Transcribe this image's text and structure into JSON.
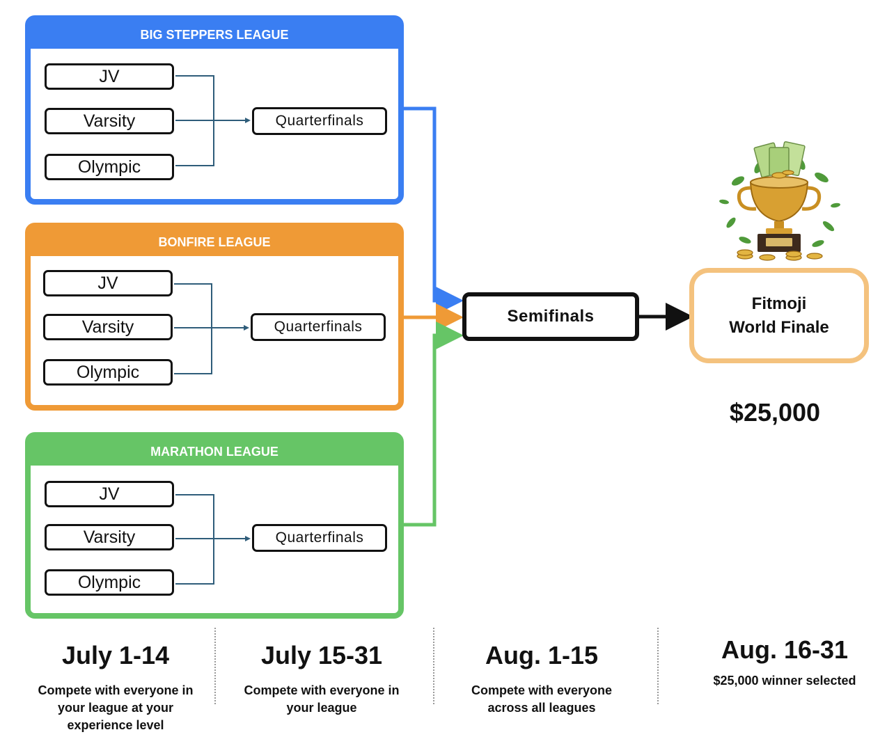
{
  "leagues": [
    {
      "name": "BIG STEPPERS LEAGUE",
      "tiers": [
        "JV",
        "Varsity",
        "Olympic"
      ],
      "stage": "Quarterfinals",
      "color": "#3a7ef2"
    },
    {
      "name": "BONFIRE LEAGUE",
      "tiers": [
        "JV",
        "Varsity",
        "Olympic"
      ],
      "stage": "Quarterfinals",
      "color": "#ef9a36"
    },
    {
      "name": "MARATHON LEAGUE",
      "tiers": [
        "JV",
        "Varsity",
        "Olympic"
      ],
      "stage": "Quarterfinals",
      "color": "#66c566"
    }
  ],
  "semifinals": {
    "label": "Semifinals"
  },
  "finale": {
    "line1": "Fitmoji",
    "line2": "World Finale",
    "prize": "$25,000",
    "trophy_icon": "trophy-with-money-icon"
  },
  "timeline": [
    {
      "date": "July 1-14",
      "description": "Compete with everyone in your league at your experience level"
    },
    {
      "date": "July 15-31",
      "description": "Compete with everyone in your league"
    },
    {
      "date": "Aug. 1-15",
      "description": "Compete with everyone across all leagues"
    },
    {
      "date": "Aug. 16-31",
      "description": "$25,000 winner selected"
    }
  ],
  "colors": {
    "blue": "#3a7ef2",
    "orange": "#ef9a36",
    "green": "#66c566",
    "finale_border": "#f4c27e",
    "bracket_line": "#2f5d7a"
  }
}
